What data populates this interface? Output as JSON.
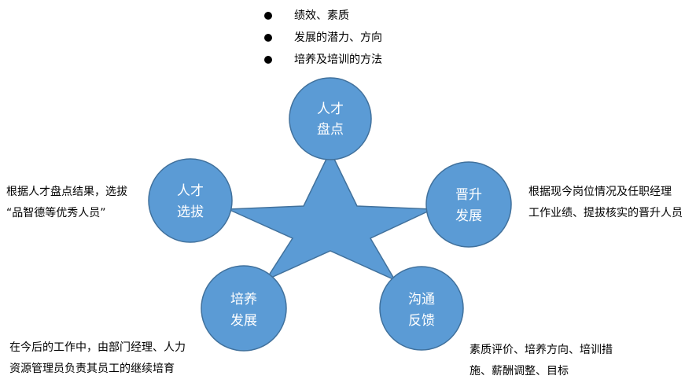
{
  "colors": {
    "shape_fill": "#5b9bd5",
    "shape_stroke": "#41719c",
    "label_text": "#ffffff"
  },
  "top_bullets": [
    "绩效、素质",
    "发展的潜力、方向",
    "培养及培训的方法"
  ],
  "nodes": {
    "inventory": {
      "line1": "人才",
      "line2": "盘点"
    },
    "selection": {
      "line1": "人才",
      "line2": "选拔"
    },
    "promotion": {
      "line1": "晋升",
      "line2": "发展"
    },
    "training": {
      "line1": "培养",
      "line2": "发展"
    },
    "feedback": {
      "line1": "沟通",
      "line2": "反馈"
    }
  },
  "notes": {
    "selection": {
      "line1": "根据人才盘点结果，选拔",
      "line2": "“品智德等优秀人员”"
    },
    "promotion": {
      "line1": "根据现今岗位情况及任职经理",
      "line2": "工作业绩、提拔核实的晋升人员"
    },
    "training": {
      "line1": "在今后的工作中，由部门经理、人力",
      "line2": "资源管理员负责其员工的继续培育"
    },
    "feedback": {
      "line1": "素质评价、培养方向、培训措",
      "line2": "施、薪酬调整、目标"
    }
  }
}
